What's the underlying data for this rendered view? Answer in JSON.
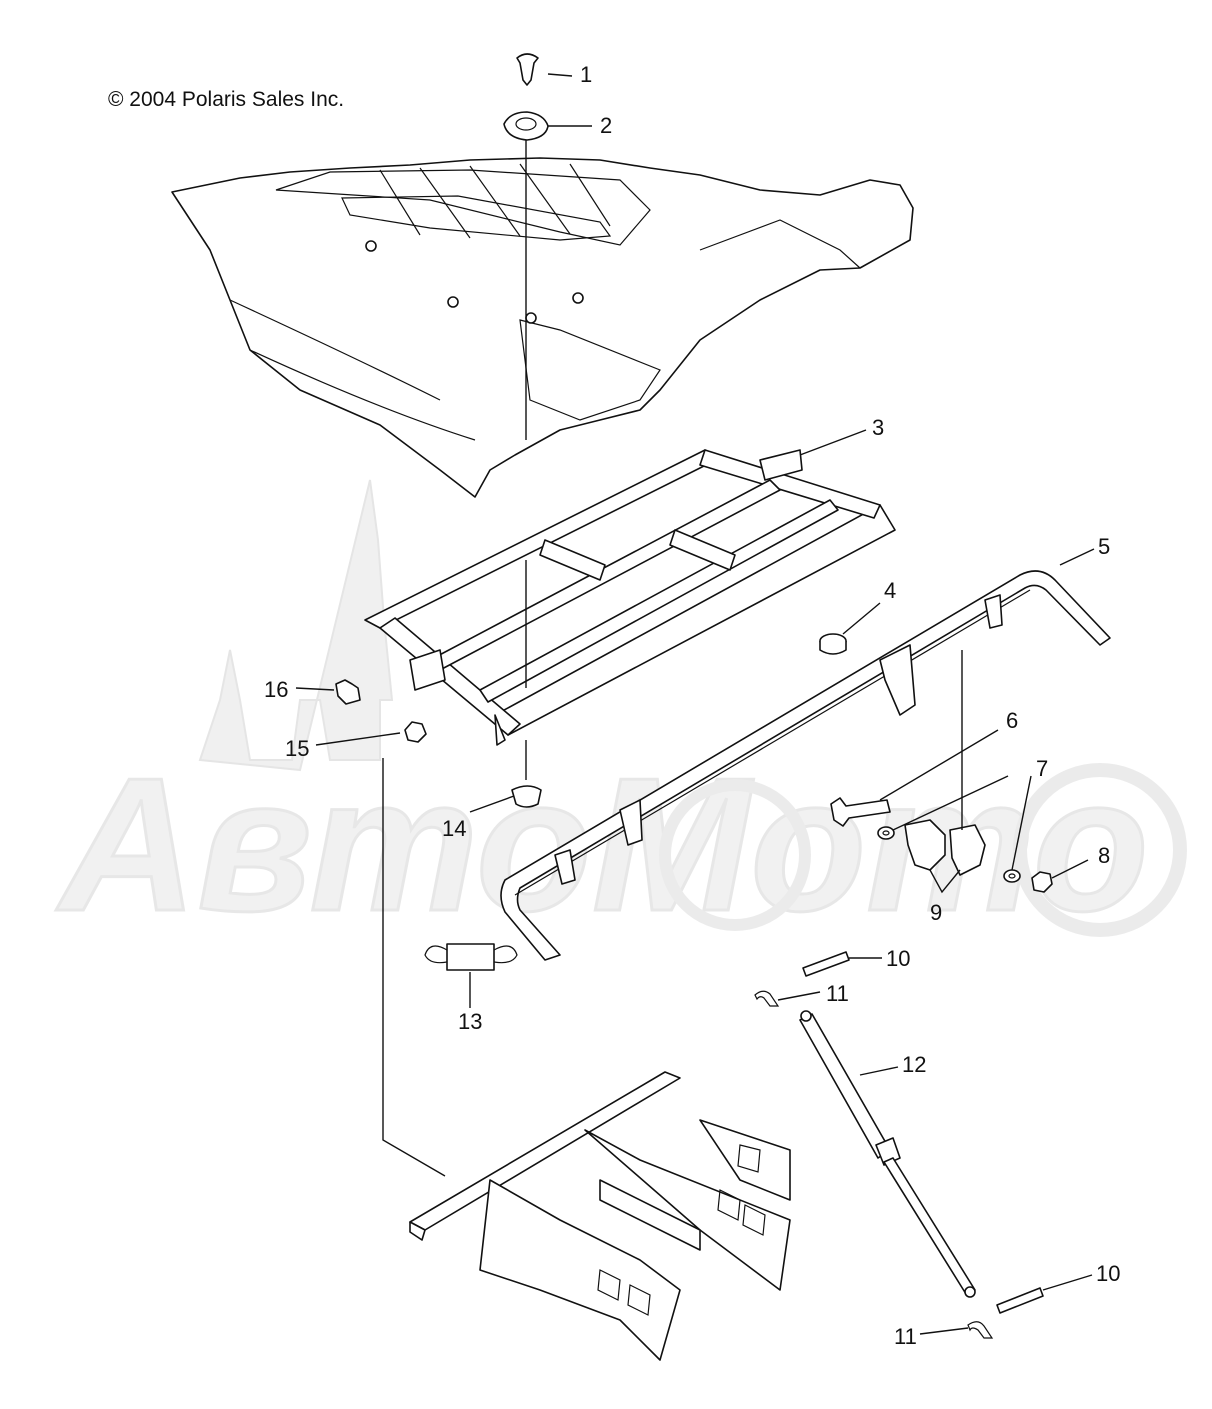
{
  "copyright": "© 2004 Polaris Sales Inc.",
  "watermark": "АвтоМото",
  "callouts": [
    {
      "id": "1",
      "label": "1"
    },
    {
      "id": "2",
      "label": "2"
    },
    {
      "id": "3",
      "label": "3"
    },
    {
      "id": "4",
      "label": "4"
    },
    {
      "id": "5",
      "label": "5"
    },
    {
      "id": "6",
      "label": "6"
    },
    {
      "id": "7",
      "label": "7"
    },
    {
      "id": "8",
      "label": "8"
    },
    {
      "id": "9",
      "label": "9"
    },
    {
      "id": "10a",
      "label": "10"
    },
    {
      "id": "10b",
      "label": "10"
    },
    {
      "id": "11a",
      "label": "11"
    },
    {
      "id": "11b",
      "label": "11"
    },
    {
      "id": "12",
      "label": "12"
    },
    {
      "id": "13",
      "label": "13"
    },
    {
      "id": "14",
      "label": "14"
    },
    {
      "id": "15",
      "label": "15"
    },
    {
      "id": "16",
      "label": "16"
    }
  ]
}
